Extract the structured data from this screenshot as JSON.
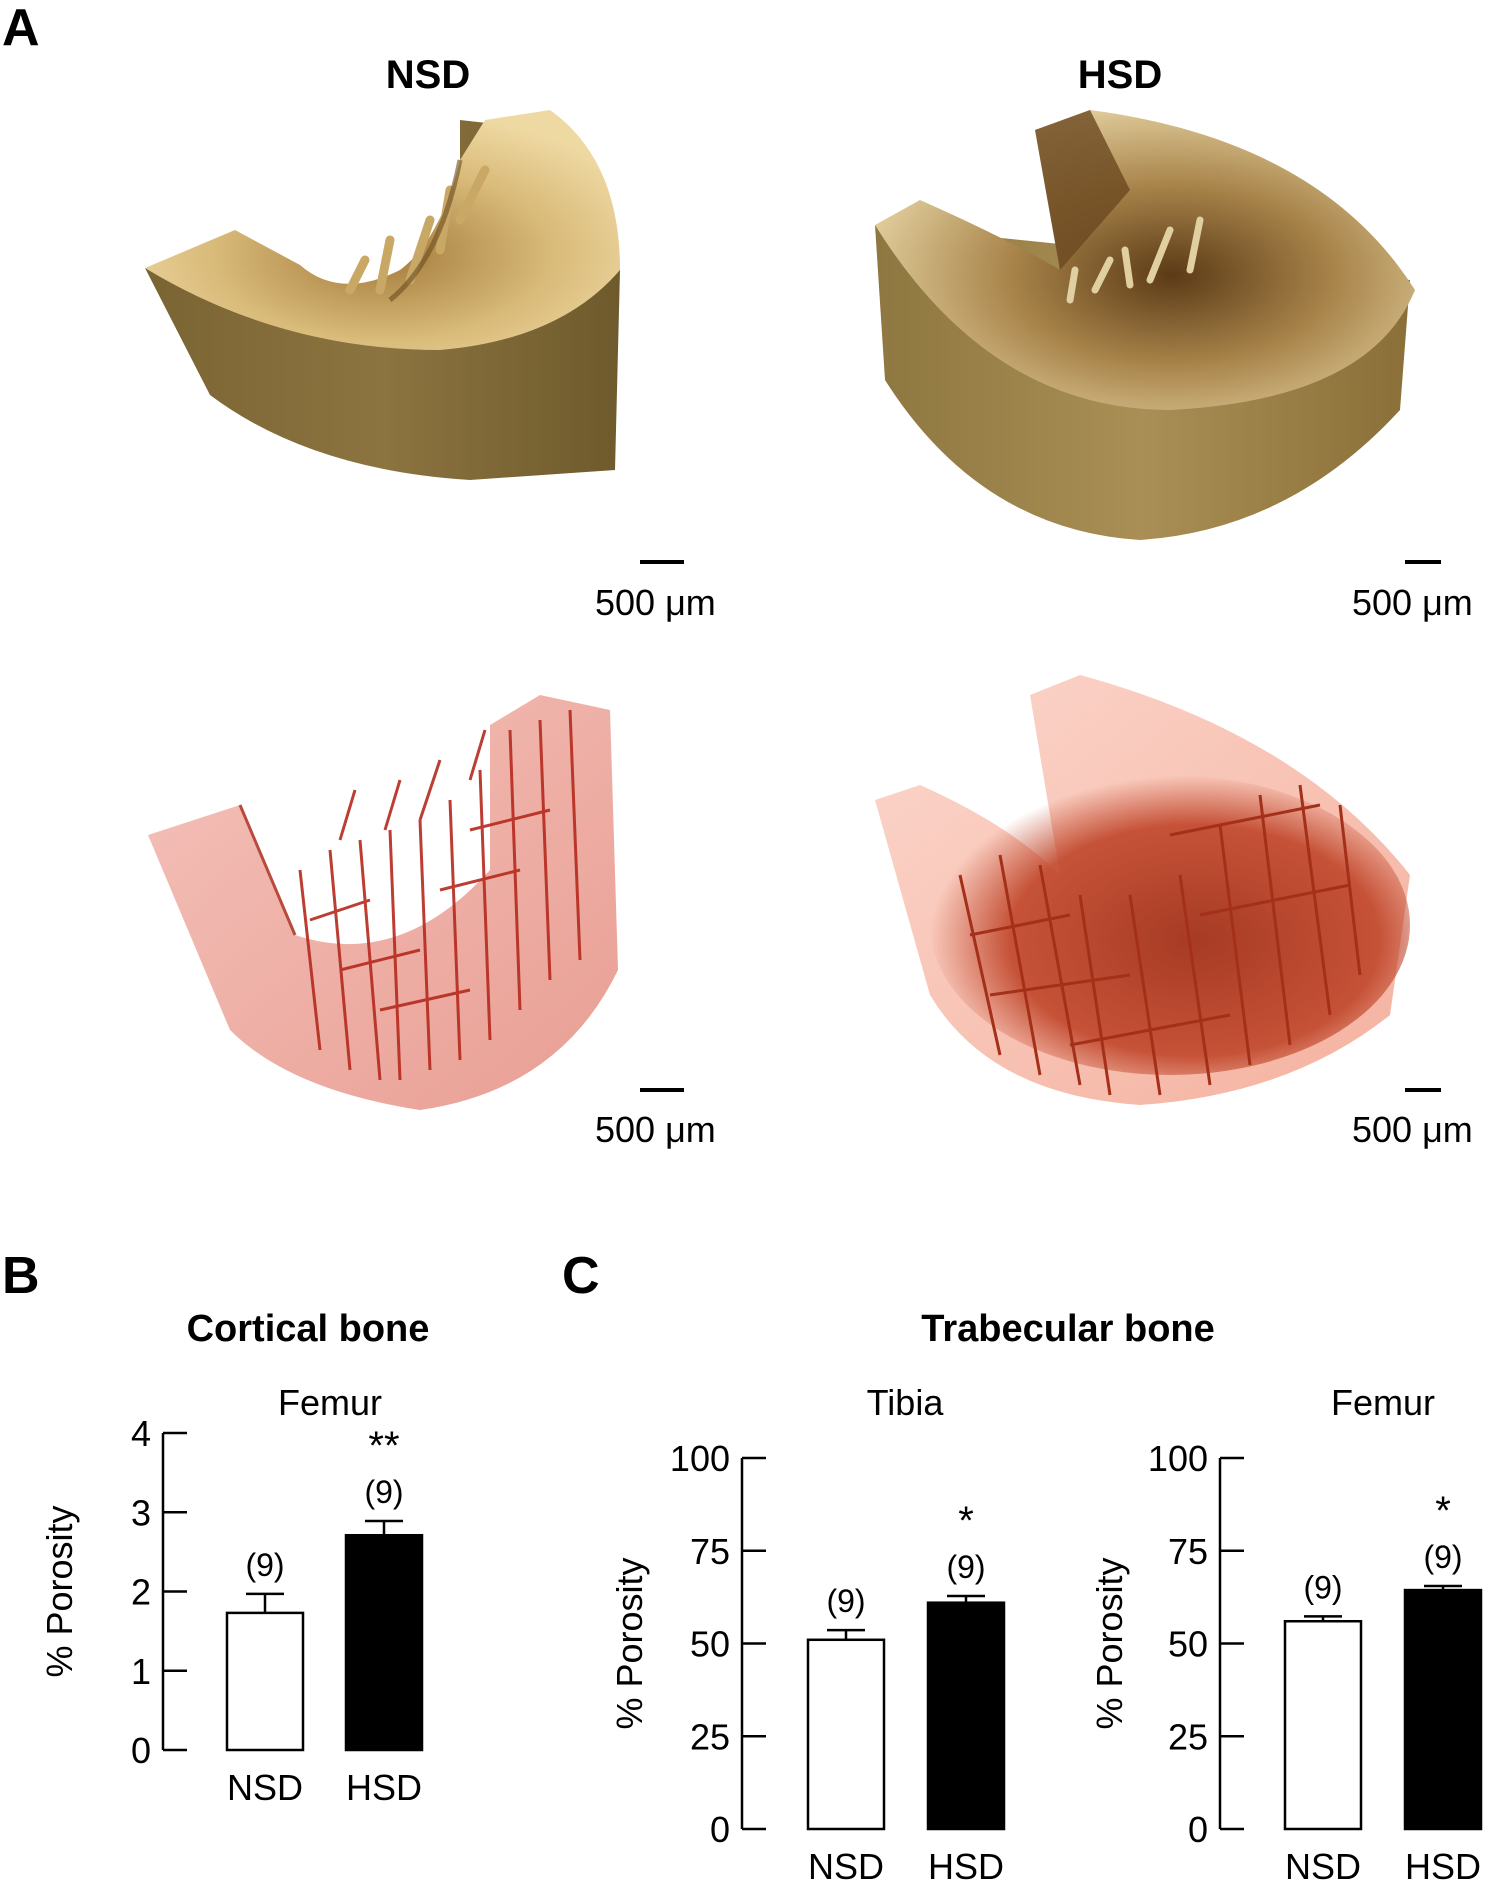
{
  "panel_a": {
    "letter": "A",
    "columns": [
      {
        "label": "NSD"
      },
      {
        "label": "HSD"
      }
    ],
    "renders": [
      {
        "row": "bone",
        "group": "NSD",
        "description": "3D micro-CT render of cortical bone segment, tan/gold",
        "color": "#a8894a"
      },
      {
        "row": "bone",
        "group": "HSD",
        "description": "3D micro-CT render of cortical bone segment, tan/gold",
        "color": "#b39a5e"
      },
      {
        "row": "vasculature",
        "group": "NSD",
        "description": "Translucent red render showing vascular network",
        "color": "#c0392b"
      },
      {
        "row": "vasculature",
        "group": "HSD",
        "description": "Translucent red render showing dense vascular network",
        "color": "#c0462a"
      }
    ],
    "scale_bar_label": "500 μm"
  },
  "panel_b": {
    "letter": "B",
    "title": "Cortical bone"
  },
  "panel_c": {
    "letter": "C",
    "title": "Trabecular bone"
  },
  "chart_data": [
    {
      "type": "bar",
      "panel": "B",
      "title": "Femur",
      "section": "Cortical bone",
      "categories": [
        "NSD",
        "HSD"
      ],
      "values": [
        1.73,
        2.71
      ],
      "error": [
        0.24,
        0.18
      ],
      "n": [
        "(9)",
        "(9)"
      ],
      "significance": [
        "",
        "**"
      ],
      "bar_colors": [
        "#ffffff",
        "#000000"
      ],
      "ylabel": "% Porosity",
      "xlabel": "",
      "ylim": [
        0,
        4
      ],
      "yticks": [
        0,
        1,
        2,
        3,
        4
      ],
      "grid": false,
      "legend": null
    },
    {
      "type": "bar",
      "panel": "C",
      "title": "Tibia",
      "section": "Trabecular bone",
      "categories": [
        "NSD",
        "HSD"
      ],
      "values": [
        51,
        61
      ],
      "error": [
        2.6,
        1.8
      ],
      "n": [
        "(9)",
        "(9)"
      ],
      "significance": [
        "",
        "*"
      ],
      "bar_colors": [
        "#ffffff",
        "#000000"
      ],
      "ylabel": "% Porosity",
      "xlabel": "",
      "ylim": [
        0,
        100
      ],
      "yticks": [
        0,
        25,
        50,
        75,
        100
      ],
      "grid": false,
      "legend": null
    },
    {
      "type": "bar",
      "panel": "C",
      "title": "Femur",
      "section": "Trabecular bone",
      "categories": [
        "NSD",
        "HSD"
      ],
      "values": [
        56,
        64.4
      ],
      "error": [
        1.3,
        1.1
      ],
      "n": [
        "(9)",
        "(9)"
      ],
      "significance": [
        "",
        "*"
      ],
      "bar_colors": [
        "#ffffff",
        "#000000"
      ],
      "ylabel": "% Porosity",
      "xlabel": "",
      "ylim": [
        0,
        100
      ],
      "yticks": [
        0,
        25,
        50,
        75,
        100
      ],
      "grid": false,
      "legend": null
    }
  ]
}
